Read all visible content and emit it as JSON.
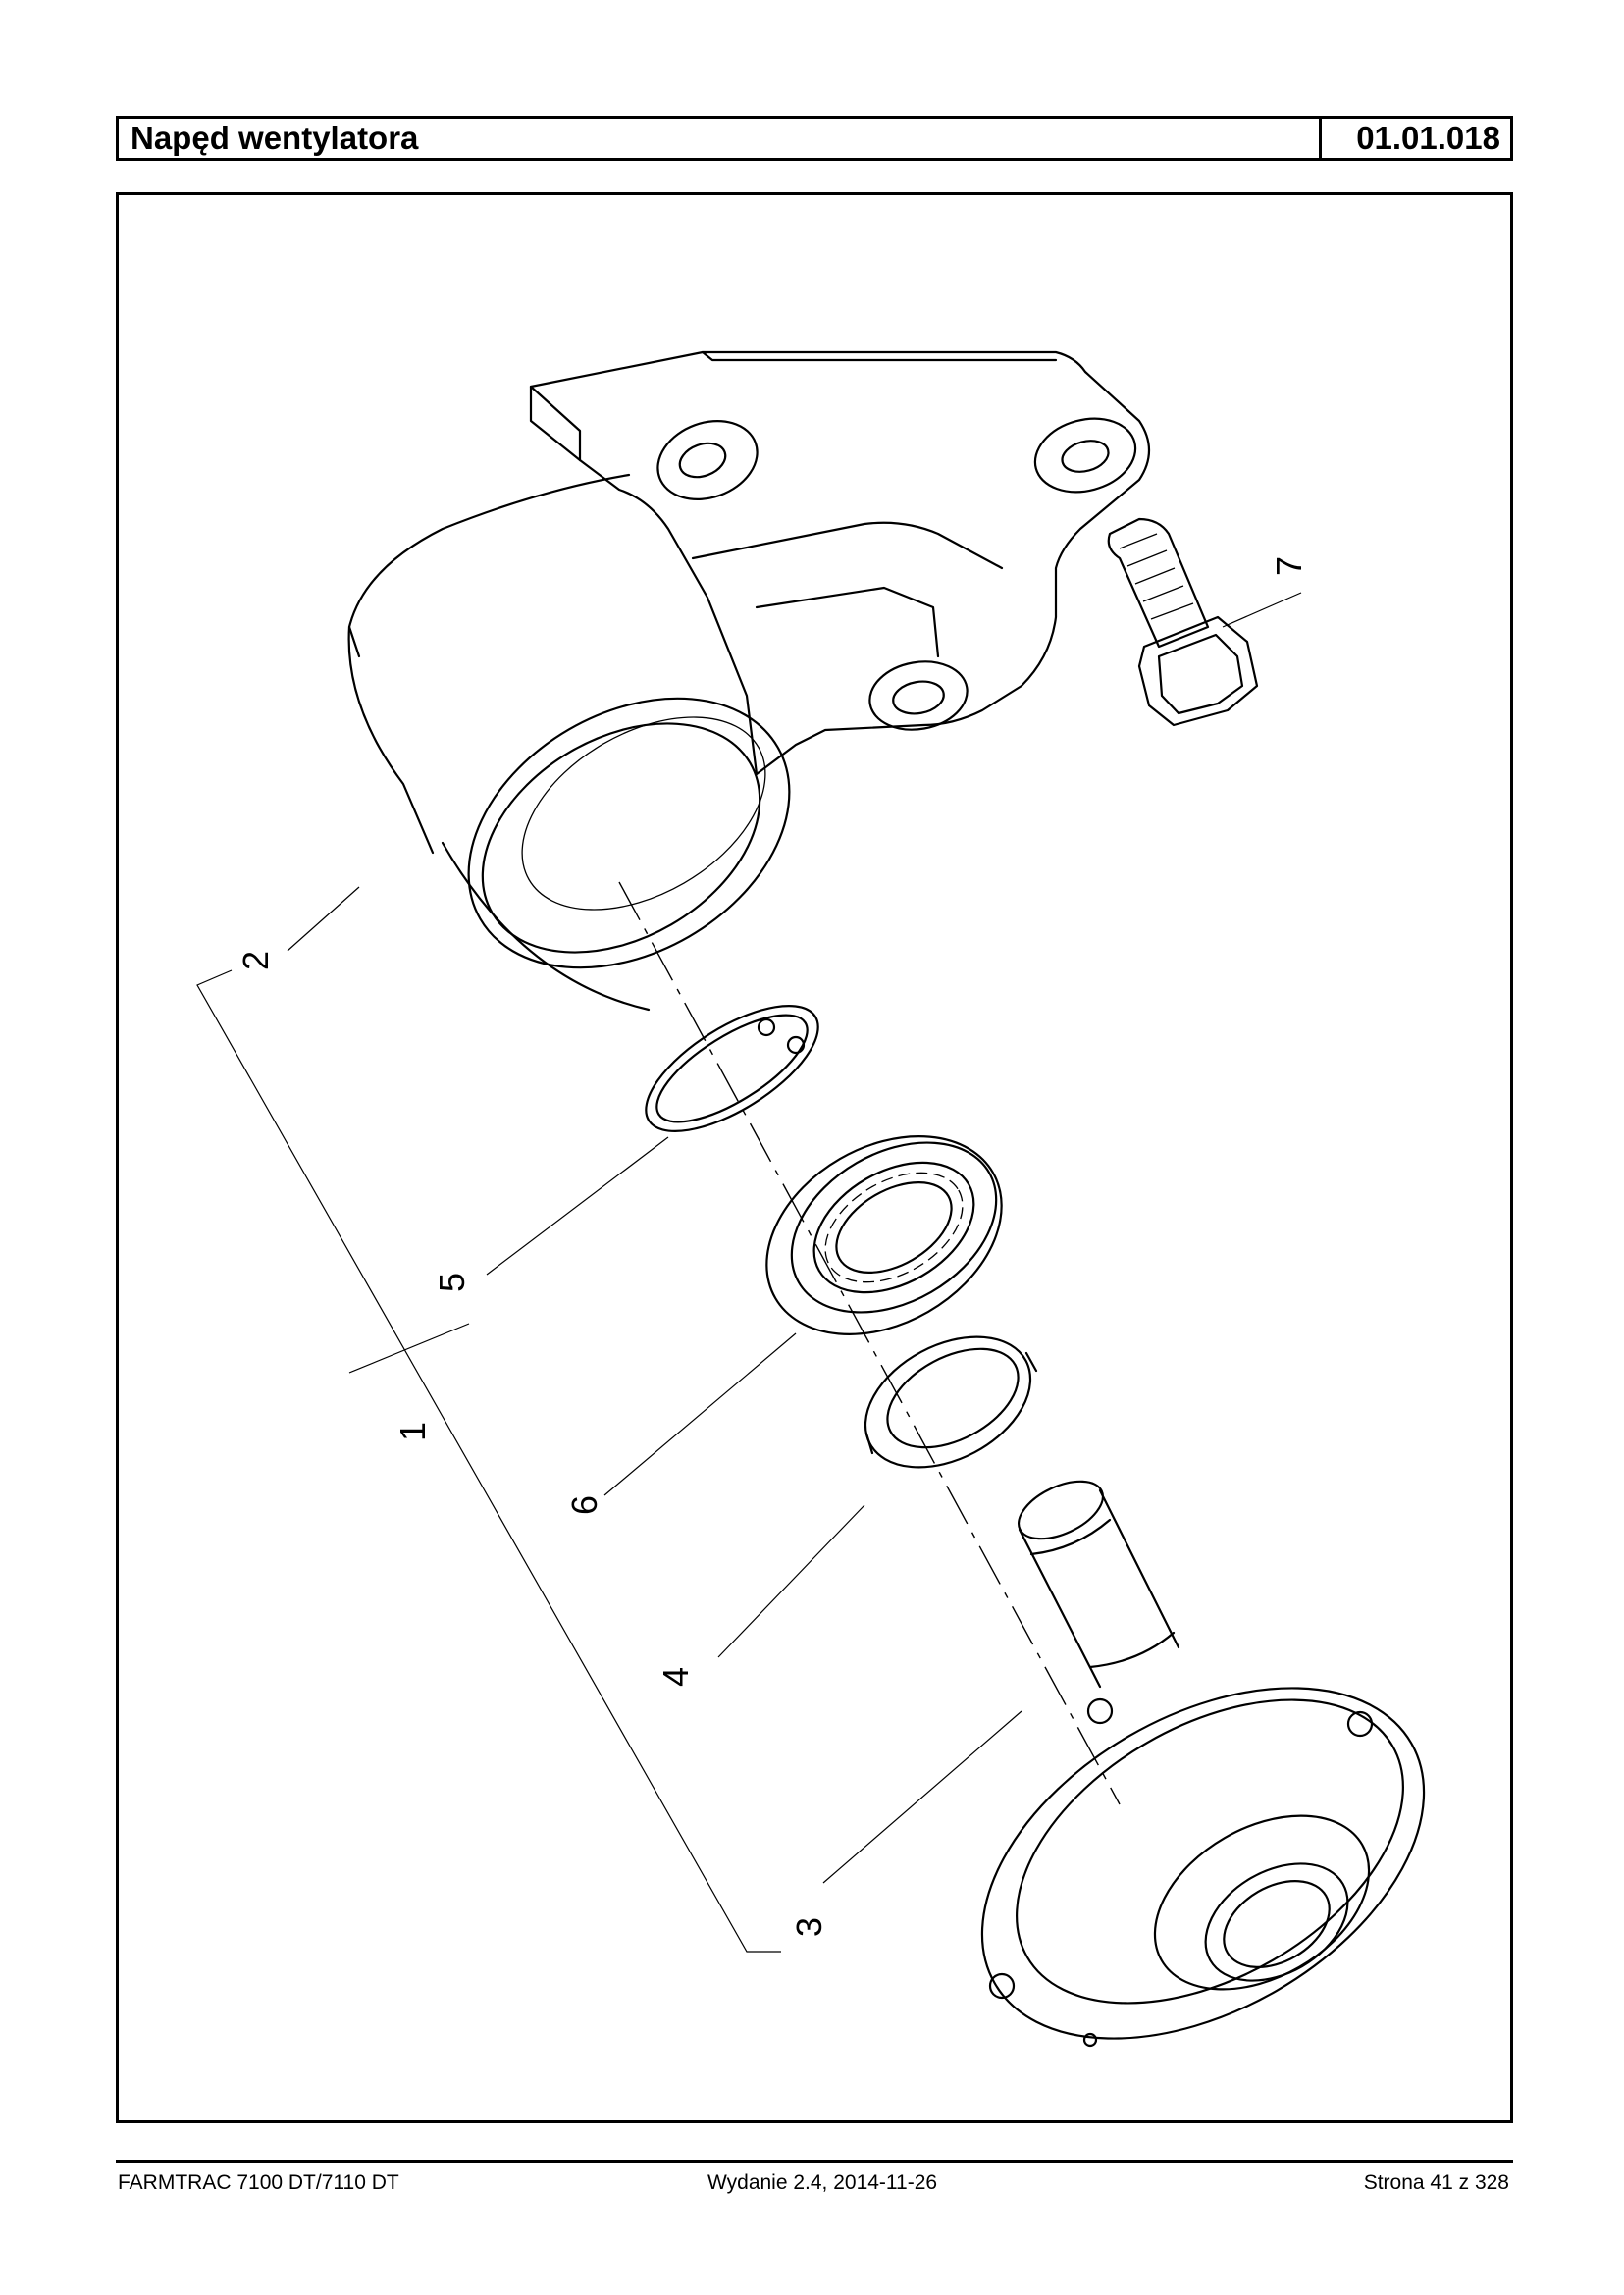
{
  "header": {
    "title": "Napęd wentylatora",
    "code": "01.01.018"
  },
  "drawing": {
    "callouts": {
      "c1": "1",
      "c2": "2",
      "c3": "3",
      "c4": "4",
      "c5": "5",
      "c6": "6",
      "c7": "7"
    }
  },
  "footer": {
    "model": "FARMTRAC 7100 DT/7110 DT",
    "edition": "Wydanie 2.4,  2014-11-26",
    "page": "Strona 41 z 328"
  }
}
